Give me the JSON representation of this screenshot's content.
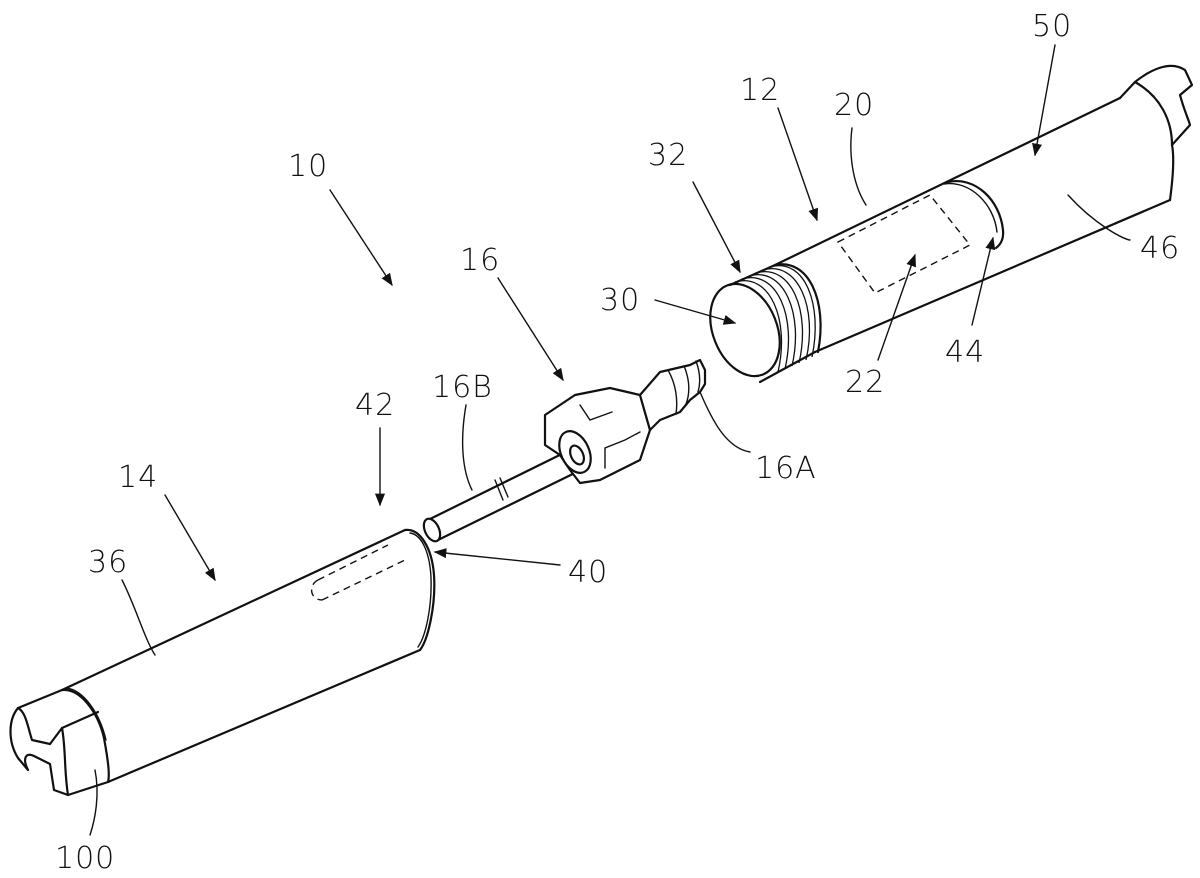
{
  "figure": {
    "title": "Exploded perspective view of tubular assembly",
    "colors": {
      "ink": "#111111",
      "paper": "#ffffff"
    },
    "components": [
      {
        "id": "assembly",
        "label": "10",
        "description": "overall assembly"
      },
      {
        "id": "upper-tube",
        "label": "12",
        "description": "upper tubular member"
      },
      {
        "id": "lower-tube",
        "label": "14",
        "description": "lower tubular member"
      },
      {
        "id": "connector",
        "label": "16",
        "description": "connector"
      },
      {
        "id": "connector-head",
        "label": "16A",
        "description": "connector head"
      },
      {
        "id": "connector-shaft",
        "label": "16B",
        "description": "connector shaft"
      },
      {
        "id": "upper-body",
        "label": "20",
        "description": "upper tube body"
      },
      {
        "id": "window",
        "label": "22",
        "description": "dashed recess"
      },
      {
        "id": "bore",
        "label": "30",
        "description": "bore opening"
      },
      {
        "id": "threads",
        "label": "32",
        "description": "threaded end"
      },
      {
        "id": "lower-body",
        "label": "36",
        "description": "lower tube body"
      },
      {
        "id": "lower-mouth",
        "label": "40",
        "description": "lower tube opening"
      },
      {
        "id": "lower-ring",
        "label": "42",
        "description": "lower tube rim"
      },
      {
        "id": "upper-ring",
        "label": "44",
        "description": "upper tube seam"
      },
      {
        "id": "sleeve",
        "label": "46",
        "description": "sleeve section"
      },
      {
        "id": "sleeve-arrow",
        "label": "50",
        "description": "sleeve interior"
      },
      {
        "id": "end-notch",
        "label": "100",
        "description": "notched end"
      }
    ]
  }
}
